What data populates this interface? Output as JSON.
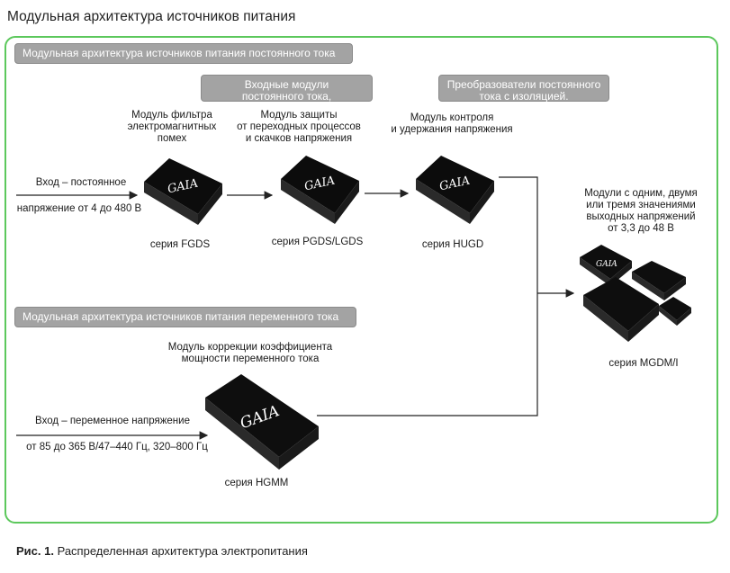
{
  "page_title": "Модульная архитектура источников питания",
  "banners": {
    "dc_architecture": "Модульная архитектура источников питания  постоянного тока",
    "dc_input_modules": "Входные модули\nпостоянного тока,",
    "isolated_converters": "Преобразователи постоянного\nтока с изоляцией.",
    "ac_architecture": "Модульная архитектура источников питания переменного тока"
  },
  "dc_input": {
    "line1": "Вход –  постоянное",
    "line2": "напряжение от 4 до 480 В"
  },
  "ac_input": {
    "line1": "Вход –  переменное напряжение",
    "line2": "от 85 до 365 В/47–440 Гц, 320–800 Гц"
  },
  "modules": {
    "emi_filter": {
      "title": "Модуль фильтра\nэлектромагнитных\nпомех",
      "series": "серия FGDS",
      "logo": "GAIA"
    },
    "protection": {
      "title": "Модуль защиты\nот переходных процессов\nи скачков напряжения",
      "series": "серия PGDS/LGDS",
      "logo": "GAIA"
    },
    "hold_up": {
      "title": "Модуль контроля\nи удержания напряжения",
      "series": "серия HUGD",
      "logo": "GAIA"
    },
    "pfc": {
      "title": "Модуль коррекции коэффициента\nмощности переменного тока",
      "series": "серия HGMM",
      "logo": "GAIA"
    },
    "output": {
      "title": "Модули с одним, двумя\nили тремя значениями\nвыходных напряжений\nот 3,3 до 48 В",
      "series": "серия MGDM/I",
      "logo": "GAIA"
    }
  },
  "caption": {
    "prefix": "Рис.  1.",
    "text": " Распределенная архитектура электропитания"
  },
  "colors": {
    "frame": "#5cc85c",
    "banner_fill": "#a3a3a3",
    "module_body": "#1a1a1a"
  }
}
